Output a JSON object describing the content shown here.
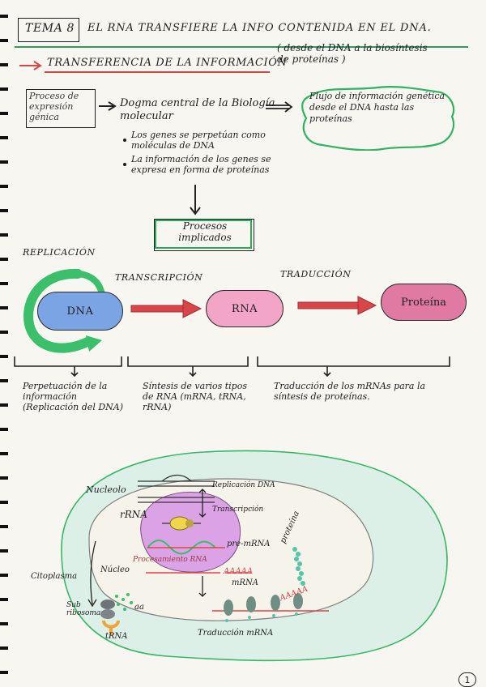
{
  "header": {
    "tema_label": "TEMA 8",
    "title": "EL RNA TRANSFIERE LA INFO CONTENIDA EN EL DNA."
  },
  "transfer": {
    "heading": "TRANSFERENCIA DE LA INFORMACIÓN",
    "note": "( desde el DNA a la biosíntesis de proteínas )"
  },
  "concepts": {
    "gene_expression": "Proceso de expresión génica",
    "central_dogma": "Dogma central de la Biología molecular",
    "bullets": [
      "Los genes se perpetúan como moléculas de DNA",
      "La información de los genes se expresa en forma de proteínas"
    ],
    "flow_cloud": "Flujo de información genética desde el DNA hasta las proteínas",
    "processes_box": "Procesos implicados"
  },
  "flow": {
    "replication": "REPLICACIÓN",
    "transcription": "TRANSCRIPCIÓN",
    "translation": "TRADUCCIÓN",
    "dna": "DNA",
    "rna": "RNA",
    "protein": "Proteína",
    "desc_replication": "Perpetuación de la información (Replicación del DNA)",
    "desc_transcription": "Síntesis de varios tipos de RNA (mRNA, tRNA, rRNA)",
    "desc_translation": "Traducción de los mRNAs para la síntesis de proteínas."
  },
  "cell": {
    "nucleolo": "Nucleolo",
    "rrna": "rRNA",
    "replicacion_dna": "Replicación DNA",
    "transcripcion": "Transcripción",
    "pre_mrna": "pre-mRNA",
    "procesamiento": "Procesamiento RNA",
    "aaaaa": "AAAAA",
    "mrna": "mRNA",
    "proteina": "proteína",
    "nucleo": "Núcleo",
    "citoplasma": "Citoplasma",
    "subunidades": "Sub ribosomas",
    "aa": "aa",
    "trna": "tRNA",
    "traduccion_mrna": "Traducción mRNA",
    "aaaaa2": "AAAAA"
  },
  "page_number": "1",
  "colors": {
    "paper": "#f7f6f1",
    "green": "#3bbf6b",
    "blue": "#5c8fd6",
    "pink": "#e56a95",
    "red": "#d9464a",
    "purple": "#b06bbf",
    "yellow": "#f1d54a",
    "teal": "#47c3a5"
  }
}
